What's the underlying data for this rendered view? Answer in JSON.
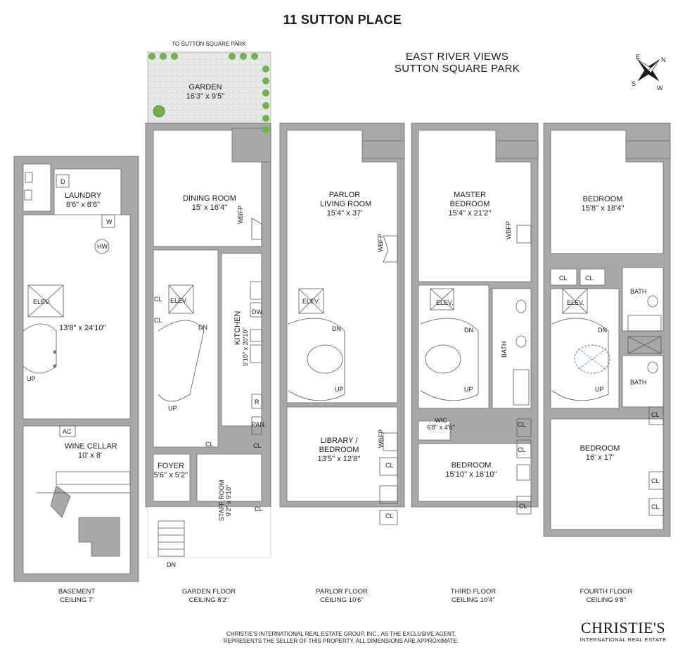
{
  "title": "11 SUTTON PLACE",
  "header_views": [
    "EAST RIVER VIEWS",
    "SUTTON SQUARE PARK"
  ],
  "park_label": "TO SUTTON SQUARE PARK",
  "compass": {
    "n": "N",
    "s": "S",
    "e": "E",
    "w": "W"
  },
  "floors": [
    {
      "name": "BASEMENT",
      "ceiling": "CEILING 7'"
    },
    {
      "name": "GARDEN FLOOR",
      "ceiling": "CEILING 8'2''"
    },
    {
      "name": "PARLOR FLOOR",
      "ceiling": "CEILING 10'6''"
    },
    {
      "name": "THIRD FLOOR",
      "ceiling": "CEILING 10'4''"
    },
    {
      "name": "FOURTH FLOOR",
      "ceiling": "CEILING 9'8''"
    }
  ],
  "basement": {
    "laundry": {
      "name": "LAUNDRY",
      "dims": "8'6\" x 8'6\""
    },
    "d": "D",
    "w": "W",
    "hw": "HW",
    "elev": "ELEV.",
    "main_dims": "13'8\" x 24'10\"",
    "up": "UP",
    "ac": "AC",
    "wine": {
      "name": "WINE CELLAR",
      "dims": "10' x 8'"
    }
  },
  "garden": {
    "garden": {
      "name": "GARDEN",
      "dims": "16'3'' x 9'5''"
    },
    "dining": {
      "name": "DINING ROOM",
      "dims": "15' x 16'4''"
    },
    "wbfp": "WBFP",
    "cl": "CL",
    "elev": "ELEV.",
    "dn": "DN",
    "up": "UP",
    "kitchen": {
      "name": "KITCHEN",
      "dims": "5'10'' x 20'10''"
    },
    "dw": "DW",
    "r": "R",
    "pan": "PAN.",
    "foyer": {
      "name": "FOYER",
      "dims": "5'6'' x 5'2''"
    },
    "staff": {
      "name": "STAFF ROOM",
      "dims": "9'2'' x 9'10''"
    }
  },
  "parlor": {
    "living": {
      "name1": "PARLOR",
      "name2": "LIVING ROOM",
      "dims": "15'4'' x 37'"
    },
    "wbfp": "WBFP",
    "elev": "ELEV.",
    "dn": "DN",
    "up": "UP",
    "library": {
      "name1": "LIBRARY /",
      "name2": "BEDROOM",
      "dims": "13'5'' x 12'8''"
    },
    "cl": "CL"
  },
  "third": {
    "master": {
      "name1": "MASTER",
      "name2": "BEDROOM",
      "dims": "15'4'' x 21'2''"
    },
    "wbfp": "WBFP",
    "elev": "ELEV.",
    "dn": "DN",
    "up": "UP",
    "bath": "BATH",
    "wic": {
      "name": "WIC",
      "dims": "6'8'' x 4'6''"
    },
    "bedroom": {
      "name": "BEDROOM",
      "dims": "15'10'' x 16'10''"
    },
    "cl": "CL"
  },
  "fourth": {
    "bedroom_top": {
      "name": "BEDROOM",
      "dims": "15'8'' x 18'4''"
    },
    "cl": "CL",
    "elev": "ELEV.",
    "dn": "DN",
    "up": "UP",
    "bath": "BATH",
    "bedroom_bottom": {
      "name": "BEDROOM",
      "dims": "16' x 17'"
    }
  },
  "disclaimer": [
    "CHRISTIE'S INTERNATIONAL REAL ESTATE GROUP, INC., AS THE EXCLUSIVE AGENT,",
    "REPRESENTS THE SELLER OF THIS PROPERTY. ALL DIMENSIONS ARE APPROXIMATE."
  ],
  "brand": {
    "name": "CHRISTIE'S",
    "sub": "INTERNATIONAL REAL ESTATE"
  },
  "colors": {
    "wall": "#a8a8a8",
    "wall_stroke": "#6a6a6a",
    "paving": "#e6e6e6",
    "plant": "#6fb24a"
  }
}
